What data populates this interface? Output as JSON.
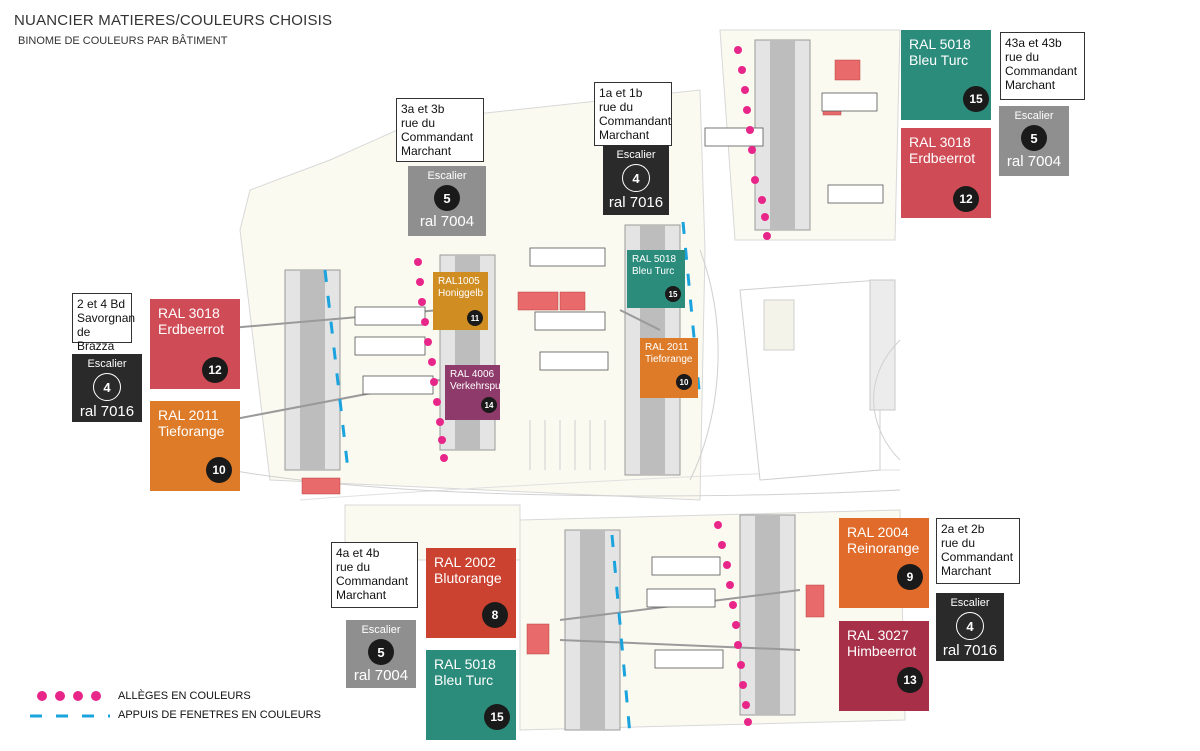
{
  "header": {
    "title": "NUANCIER MATIERES/COULEURS CHOISIS",
    "subtitle": "BINOME DE COULEURS PAR BÂTIMENT"
  },
  "addresses": {
    "a43": [
      "43a et 43b",
      "rue du",
      "Commandant",
      "Marchant"
    ],
    "a3": [
      "3a et 3b",
      "rue du",
      "Commandant",
      "Marchant"
    ],
    "a1": [
      "1a et 1b",
      "rue du",
      "Commandant",
      "Marchant"
    ],
    "a2bd": [
      "2 et 4 Bd",
      "Savorgnan",
      "de Brazza"
    ],
    "a4": [
      "4a et 4b",
      "rue du",
      "Commandant",
      "Marchant"
    ],
    "a2": [
      "2a et 2b",
      "rue du",
      "Commandant",
      "Marchant"
    ]
  },
  "colors": {
    "ral5018": "#2b8c7c",
    "ral3018": "#cf4b55",
    "ral2011": "#de7b28",
    "ral1005": "#cf8d22",
    "ral4006": "#8e3a6a",
    "ral2002": "#cc4230",
    "ral2004": "#e06b2a",
    "ral3027": "#a72f48",
    "ral7004": "#8f8f90",
    "ral7016": "#2a2a2a",
    "dots": "#e8268a",
    "dashes": "#1aa3dd"
  },
  "cards": {
    "ne_5018": {
      "code": "RAL 5018",
      "name": "Bleu Turc",
      "num": "15"
    },
    "ne_3018": {
      "code": "RAL 3018",
      "name": "Erdbeerrot",
      "num": "12"
    },
    "w_3018": {
      "code": "RAL 3018",
      "name": "Erdbeerrot",
      "num": "12"
    },
    "w_2011": {
      "code": "RAL 2011",
      "name": "Tieforange",
      "num": "10"
    },
    "m_1005": {
      "code": "RAL1005",
      "name": "Honiggelb",
      "num": "11"
    },
    "m_4006": {
      "code": "RAL 4006",
      "name": "Verkehrspurpur",
      "num": "14"
    },
    "m_5018": {
      "code": "RAL 5018",
      "name": "Bleu Turc",
      "num": "15"
    },
    "m_2011": {
      "code": "RAL 2011",
      "name": "Tieforange",
      "num": "10"
    },
    "s_2002": {
      "code": "RAL 2002",
      "name": "Blutorange",
      "num": "8"
    },
    "s_5018": {
      "code": "RAL 5018",
      "name": "Bleu Turc",
      "num": "15"
    },
    "se_2004": {
      "code": "RAL 2004",
      "name": "Reinorange",
      "num": "9"
    },
    "se_3027": {
      "code": "RAL 3027",
      "name": "Himbeerrot",
      "num": "13"
    }
  },
  "staircases": {
    "ne": {
      "label": "Escalier",
      "num": "5",
      "ral": "ral 7004"
    },
    "c3": {
      "label": "Escalier",
      "num": "5",
      "ral": "ral 7004"
    },
    "c1": {
      "label": "Escalier",
      "num": "4",
      "ral": "ral 7016"
    },
    "w": {
      "label": "Escalier",
      "num": "4",
      "ral": "ral 7016"
    },
    "s4": {
      "label": "Escalier",
      "num": "5",
      "ral": "ral 7004"
    },
    "s2": {
      "label": "Escalier",
      "num": "4",
      "ral": "ral 7016"
    }
  },
  "legend": {
    "dots": "ALLÈGES EN COULEURS",
    "dashes": "APPUIS DE FENETRES EN COULEURS"
  }
}
